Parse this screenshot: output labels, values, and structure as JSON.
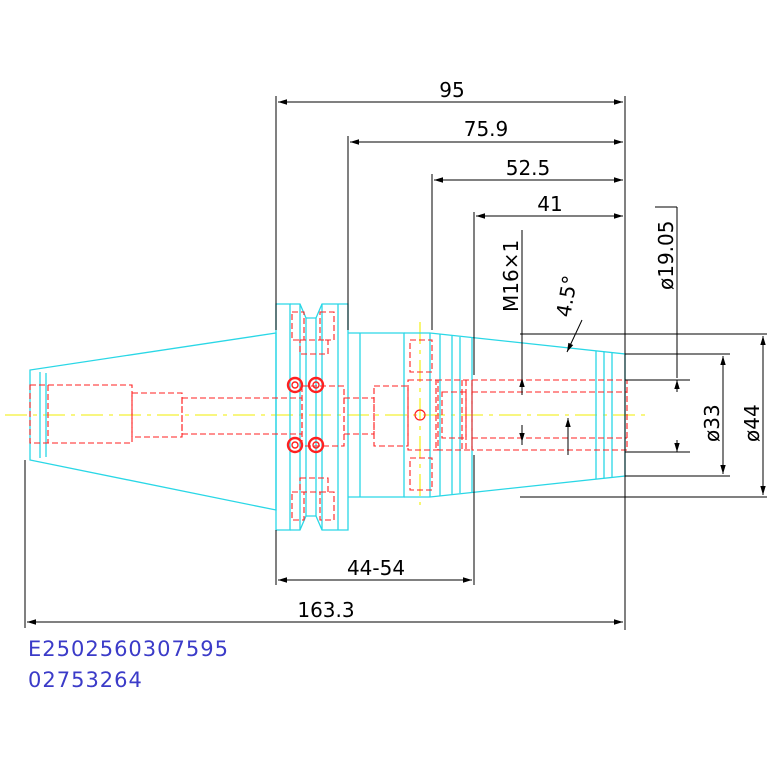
{
  "dimensions": {
    "overall_95": "95",
    "d_75_9": "75.9",
    "d_52_5": "52.5",
    "d_41": "41",
    "thread": "M16×1",
    "angle": "4.5°",
    "dia_19_05": "ø19.05",
    "dia_33": "ø33",
    "dia_44": "ø44",
    "range_44_54": "44-54",
    "total_163_3": "163.3"
  },
  "part_codes": {
    "code_1": "E2502560307595",
    "code_2": "02753264"
  },
  "colors": {
    "outline": "#2ad7e6",
    "hidden": "#ff2020",
    "centerline": "#f2ee00",
    "dimension": "#000000",
    "code_text": "#3b3bc8"
  }
}
